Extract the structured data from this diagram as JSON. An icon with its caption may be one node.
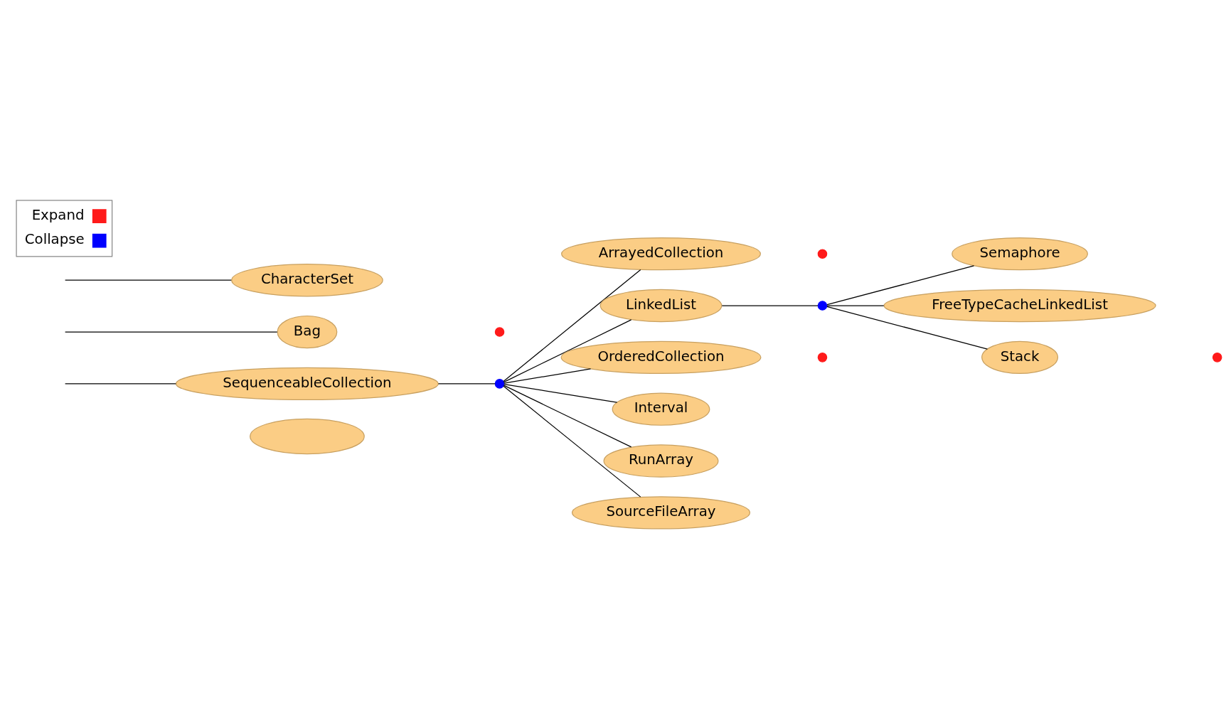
{
  "diagram": {
    "nodes": [
      {
        "text": [
          "CharacterSet"
        ]
      },
      {
        "text": [
          "Bag"
        ]
      },
      {
        "text": [],
        "shape": "circle"
      },
      {
        "text": [
          "SequenceableCollection"
        ]
      },
      {
        "text": [],
        "shape": "circle"
      },
      {
        "text": [
          "ArrayedCollection"
        ]
      },
      {
        "text": [],
        "shape": "circle"
      },
      {
        "text": [
          "LinkedList"
        ]
      },
      {
        "text": [],
        "shape": "circle"
      },
      {
        "text": [
          "Semaphore"
        ]
      },
      {
        "text": [
          "FreeTypeCacheLinkedList"
        ]
      },
      {
        "text": [
          "Stack"
        ]
      },
      {
        "text": [],
        "shape": "circle"
      },
      {
        "text": [
          "OrderedCollection"
        ]
      },
      {
        "text": [],
        "shape": "circle"
      },
      {
        "text": [
          "Interval"
        ]
      },
      {
        "text": [
          "RunArray"
        ]
      },
      {
        "text": [
          "SourceFileArray"
        ]
      },
      {
        "text": [],
        "shape": "ellipse"
      }
    ],
    "edges": [
      {
        "from": null,
        "to": 0,
        "arrow": "none"
      },
      {
        "from": null,
        "to": 1,
        "arrow": "none"
      },
      {
        "from": null,
        "to": 3,
        "arrow": "none"
      },
      {
        "from": 3,
        "to": 4,
        "arrow": "none"
      },
      {
        "from": 4,
        "to": 5,
        "arrow": "none"
      },
      {
        "from": 4,
        "to": 7,
        "arrow": "none"
      },
      {
        "from": 4,
        "to": 13,
        "arrow": "none"
      },
      {
        "from": 4,
        "to": 15,
        "arrow": "none"
      },
      {
        "from": 4,
        "to": 16,
        "arrow": "none"
      },
      {
        "from": 4,
        "to": 17,
        "arrow": "none"
      },
      {
        "from": 7,
        "to": 8,
        "arrow": "none"
      },
      {
        "from": 8,
        "to": 9,
        "arrow": "none"
      },
      {
        "from": 8,
        "to": 10,
        "arrow": "none"
      },
      {
        "from": 8,
        "to": 11,
        "arrow": "none"
      }
    ],
    "legend": [
      {
        "text": "Expand",
        "color": "#ff1a1a"
      },
      {
        "text": "Collapse",
        "color": "#0000ff"
      }
    ]
  }
}
